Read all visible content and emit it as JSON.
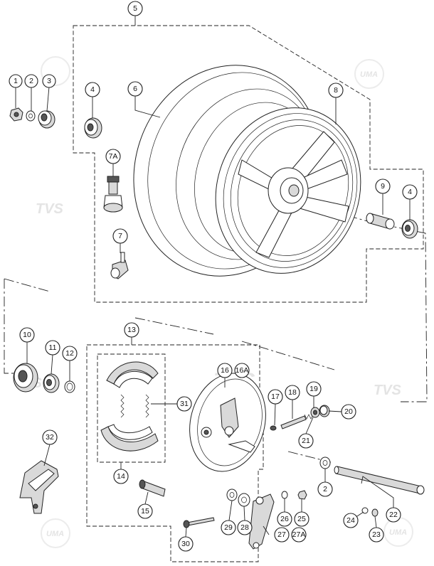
{
  "watermarks": {
    "brand": "TVS",
    "badge": "UMA"
  },
  "callouts": {
    "c1": "1",
    "c2": "2",
    "c3": "3",
    "c4a": "4",
    "c4b": "4",
    "c5": "5",
    "c6": "6",
    "c7": "7",
    "c7a": "7A",
    "c8": "8",
    "c9": "9",
    "c10": "10",
    "c11": "11",
    "c12": "12",
    "c13": "13",
    "c14": "14",
    "c15": "15",
    "c16": "16",
    "c16a": "16A",
    "c17": "17",
    "c18": "18",
    "c19": "19",
    "c20": "20",
    "c21": "21",
    "c2b": "2",
    "c22": "22",
    "c23": "23",
    "c24": "24",
    "c25": "25",
    "c26": "26",
    "c27": "27",
    "c27a": "27A",
    "c28": "28",
    "c29": "29",
    "c30": "30",
    "c31": "31",
    "c32": "32"
  }
}
